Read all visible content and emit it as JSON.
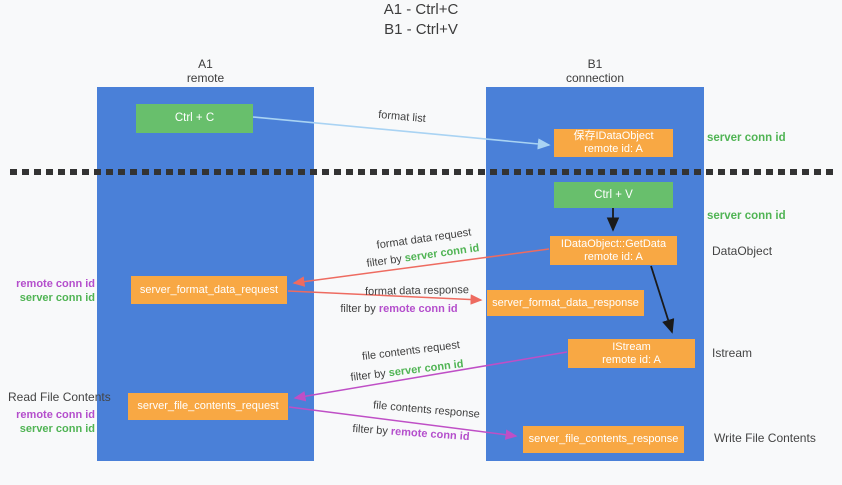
{
  "title": {
    "line1": "A1 - Ctrl+C",
    "line2": "B1 - Ctrl+V"
  },
  "lanes": {
    "left": {
      "name": "A1",
      "subtitle": "remote"
    },
    "right": {
      "name": "B1",
      "subtitle": "connection"
    }
  },
  "nodes": {
    "ctrl_c": {
      "label": "Ctrl + C"
    },
    "ctrl_v": {
      "label": "Ctrl + V"
    },
    "save_dataobject": {
      "line1": "保存IDataObject",
      "line2": "remote id: A"
    },
    "getdata": {
      "line1": "IDataObject::GetData",
      "line2": "remote id: A"
    },
    "istream": {
      "line1": "IStream",
      "line2": "remote id: A"
    },
    "format_request": {
      "label": "server_format_data_request"
    },
    "format_response": {
      "label": "server_format_data_response"
    },
    "file_request": {
      "label": "server_file_contents_request"
    },
    "file_response": {
      "label": "server_file_contents_response"
    }
  },
  "edge_labels": {
    "format_list": "format list",
    "format_data_request": "format data request",
    "format_data_response": "format data response",
    "file_contents_request": "file contents request",
    "file_contents_response": "file contents response",
    "filter_by": "filter by"
  },
  "annotations": {
    "server_conn_id": "server conn id",
    "remote_conn_id": "remote conn id",
    "dataobject": "DataObject",
    "istream": "Istream",
    "read_file_contents": "Read File Contents",
    "write_file_contents": "Write File Contents"
  },
  "colors": {
    "lane_blue": "#4a80d8",
    "node_green": "#68bf6c",
    "node_orange": "#f8a844",
    "server_conn_green": "#50b454",
    "remote_conn_purple": "#b44ecc",
    "arrow_red": "#ee6b60",
    "arrow_magenta": "#bf4fc6",
    "arrow_lightblue": "#a9d3f3",
    "arrow_black": "#1a1a1a",
    "divider_black": "#333333",
    "background": "#f8f9fa"
  }
}
